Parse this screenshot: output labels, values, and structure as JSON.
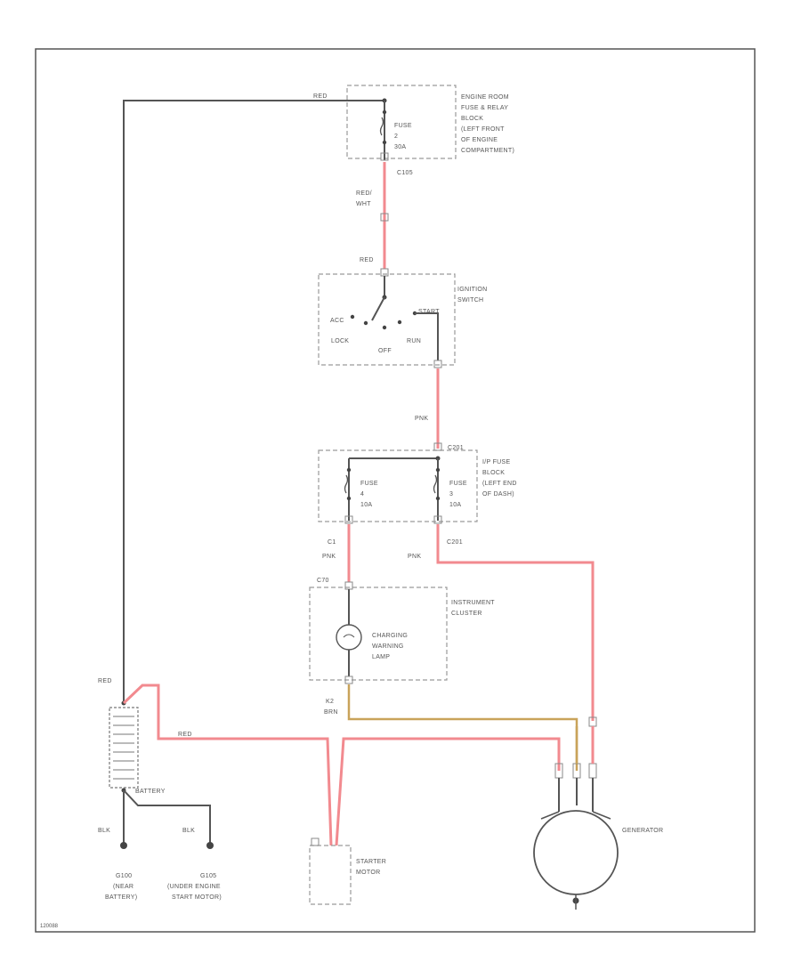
{
  "components": {
    "engine_room_block": {
      "title_lines": [
        "ENGINE ROOM",
        "FUSE & RELAY",
        "BLOCK",
        "(LEFT FRONT",
        "OF ENGINE",
        "COMPARTMENT)"
      ],
      "fuse_lines": [
        "FUSE",
        "2",
        "30A"
      ],
      "connector": "C105",
      "wire_top": "RED"
    },
    "wire_red_wht": [
      "RED/",
      "WHT"
    ],
    "wire_red_label": "RED",
    "ignition_switch": {
      "title_lines": [
        "IGNITION",
        "SWITCH"
      ],
      "positions": {
        "acc": "ACC",
        "lock": "LOCK",
        "off": "OFF",
        "run": "RUN",
        "start": "START"
      }
    },
    "wire_pnk_label": "PNK",
    "ip_fuse_block": {
      "title_lines": [
        "I/P FUSE",
        "BLOCK",
        "(LEFT END",
        "OF DASH)"
      ],
      "fuse_left_lines": [
        "FUSE",
        "4",
        "10A"
      ],
      "fuse_right_lines": [
        "FUSE",
        "3",
        "10A"
      ],
      "connector_top": "C201",
      "connector_bottom_left": "C1",
      "connector_bottom_right": "C201"
    },
    "instrument_cluster": {
      "title_lines": [
        "INSTRUMENT",
        "CLUSTER"
      ],
      "connector_top": "C70",
      "lamp_lines": [
        "CHARGING",
        "WARNING",
        "LAMP"
      ],
      "connector_bottom": "K2",
      "wire_bottom": "BRN"
    },
    "battery": {
      "label": "BATTERY",
      "wire_top": "RED",
      "wire_mid": "RED",
      "wire_ground_left": "BLK",
      "wire_ground_right": "BLK"
    },
    "grounds": {
      "g100_lines": [
        "G100",
        "(NEAR",
        "BATTERY)"
      ],
      "g105_lines": [
        "G105",
        "(UNDER ENGINE",
        "START MOTOR)"
      ]
    },
    "starter_motor": {
      "title_lines": [
        "STARTER",
        "MOTOR"
      ]
    },
    "generator": {
      "title": "GENERATOR"
    },
    "diagram_id": "120088"
  },
  "colors": {
    "wire_red": "#f28a8f",
    "wire_brown": "#c9a35a",
    "wire_black": "#555555",
    "frame": "#555555"
  }
}
